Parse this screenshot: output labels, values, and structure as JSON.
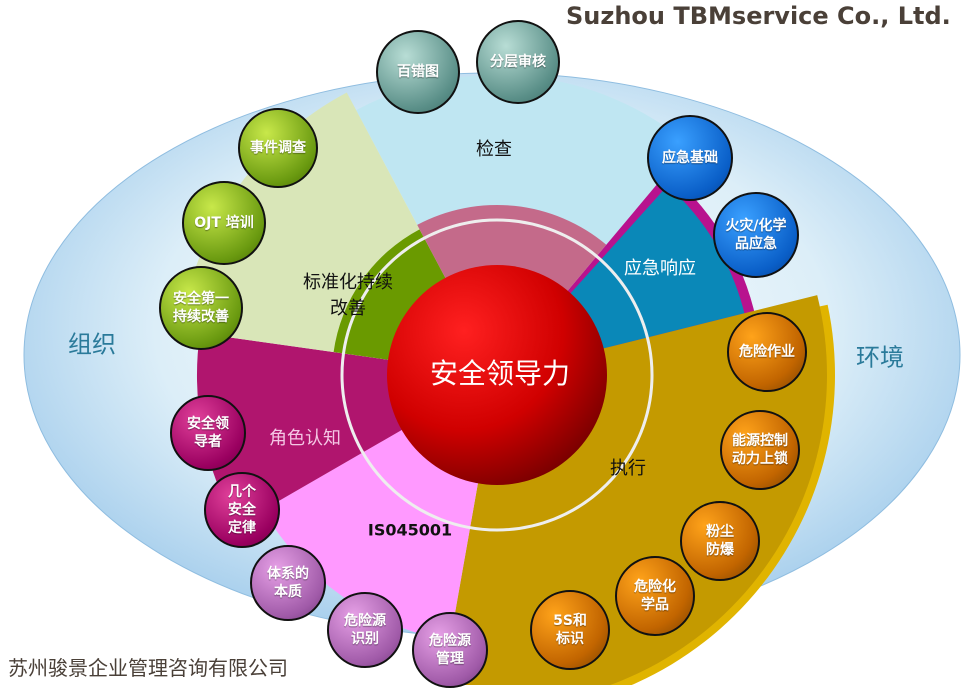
{
  "center": "安全领导力",
  "side_labels": {
    "left": "组织",
    "right": "环境"
  },
  "sectors": [
    {
      "label": "检查",
      "color": "#bfe6f2",
      "items": [
        "百错图",
        "分层审核"
      ]
    },
    {
      "label": "应急响应",
      "color": "#0a88b8",
      "items": [
        "应急基础",
        "火灾/化学品应急"
      ]
    },
    {
      "label": "执行",
      "color": "#c49a00",
      "items": [
        "危险作业",
        "能源控制动力上锁",
        "粉尘防爆",
        "危险化学品",
        "5S和标识"
      ]
    },
    {
      "label": "IS045001",
      "color": "#ff99ff",
      "items": [
        "危险源识别",
        "危险源管理"
      ]
    },
    {
      "label": "角色认知",
      "color": "#b0156e",
      "items": [
        "安全领导者",
        "几个安全定律",
        "体系的本质"
      ]
    },
    {
      "label": "标准化持续改善",
      "color": "#d9e6b8",
      "items": [
        "事件调查",
        "OJT 培训",
        "安全第一持续改善"
      ]
    }
  ],
  "watermark": {
    "cn": "苏州骏景企业管理咨询有限公司",
    "en": "Suzhou TBMservice Co., Ltd."
  }
}
